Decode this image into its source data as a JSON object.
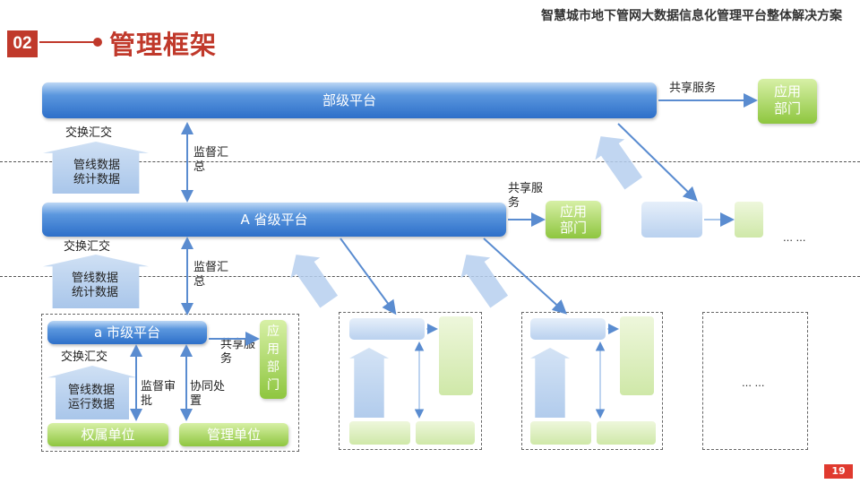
{
  "header": {
    "title": "智慧城市地下管网大数据信息化管理平台整体解决方案"
  },
  "section": {
    "number": "02",
    "title": "管理框架"
  },
  "diagram": {
    "ministry_platform": "部级平台",
    "provincial_platform": "A 省级平台",
    "city_platform": "a 市级平台",
    "shared_service": "共享服务",
    "shared_service_wrap_1": "共享服",
    "shared_service_wrap_2": "务",
    "app_dept_1": "应用",
    "app_dept_2": "部门",
    "app_dept_v": [
      "应",
      "用",
      "部",
      "门"
    ],
    "exchange": "交换汇交",
    "pipe_stats_1": "管线数据",
    "pipe_stats_2": "统计数据",
    "pipe_run_1": "管线数据",
    "pipe_run_2": "运行数据",
    "supervise_1": "监督汇",
    "supervise_2": "总",
    "supervise_approve_1": "监督审",
    "supervise_approve_2": "批",
    "coop_1": "协同处",
    "coop_2": "置",
    "owner_unit": "权属单位",
    "mgmt_unit": "管理单位",
    "ellipsis_1": "… …",
    "ellipsis_2": "… …"
  },
  "page_number": "19"
}
